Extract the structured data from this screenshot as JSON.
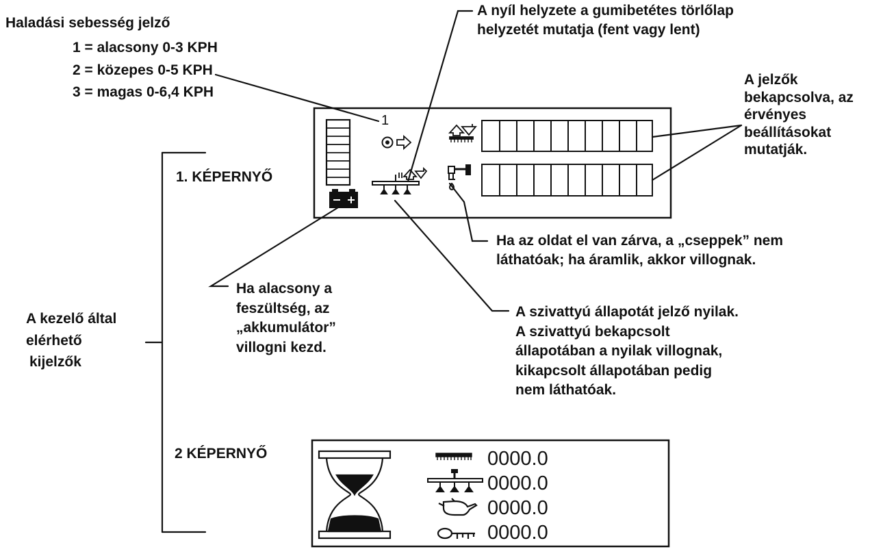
{
  "speed": {
    "title": "Haladási sebesség jelző",
    "levels": [
      "1 = alacsony  0-3 KPH",
      "2 = közepes  0-5 KPH",
      "3 = magas  0-6,4 KPH"
    ],
    "indicator_digit": "1"
  },
  "wiper_note": [
    "A nyíl helyzete a gumibetétes törlőlap",
    "helyzetét mutatja (fent vagy lent)"
  ],
  "settings_note": [
    "A jelzők",
    "bekapcsolva, az",
    "érvényes",
    "beállításokat",
    "mutatják."
  ],
  "screen1": {
    "title": "1. KÉPERNYŐ"
  },
  "screen2": {
    "title": "2 KÉPERNYŐ",
    "readouts": [
      "0000.0",
      "0000.0",
      "0000.0",
      "0000.0"
    ]
  },
  "flow_note": [
    "Ha az oldat el van zárva, a „cseppek” nem",
    "láthatóak; ha áramlik, akkor villognak."
  ],
  "battery_note": [
    "Ha alacsony a",
    "feszültség, az",
    "„akkumulátor”",
    "villogni kezd."
  ],
  "pump_note": [
    "A szivattyú állapotát jelző nyilak.",
    "A szivattyú bekapcsolt",
    "állapotában a nyilak villognak,",
    "kikapcsolt állapotában pedig",
    "nem láthatóak."
  ],
  "operator_note": [
    "A kezelő által",
    "elérhető",
    "kijelzők"
  ],
  "icons": [
    "speed-target-icon",
    "arrow-right-icon",
    "wiper-up-down-icon",
    "boom-icon",
    "pump-arrows-icon",
    "valve-drops-icon",
    "battery-icon",
    "hourglass-icon",
    "brush-icon",
    "boom-spray-icon",
    "oil-can-icon",
    "key-icon"
  ]
}
